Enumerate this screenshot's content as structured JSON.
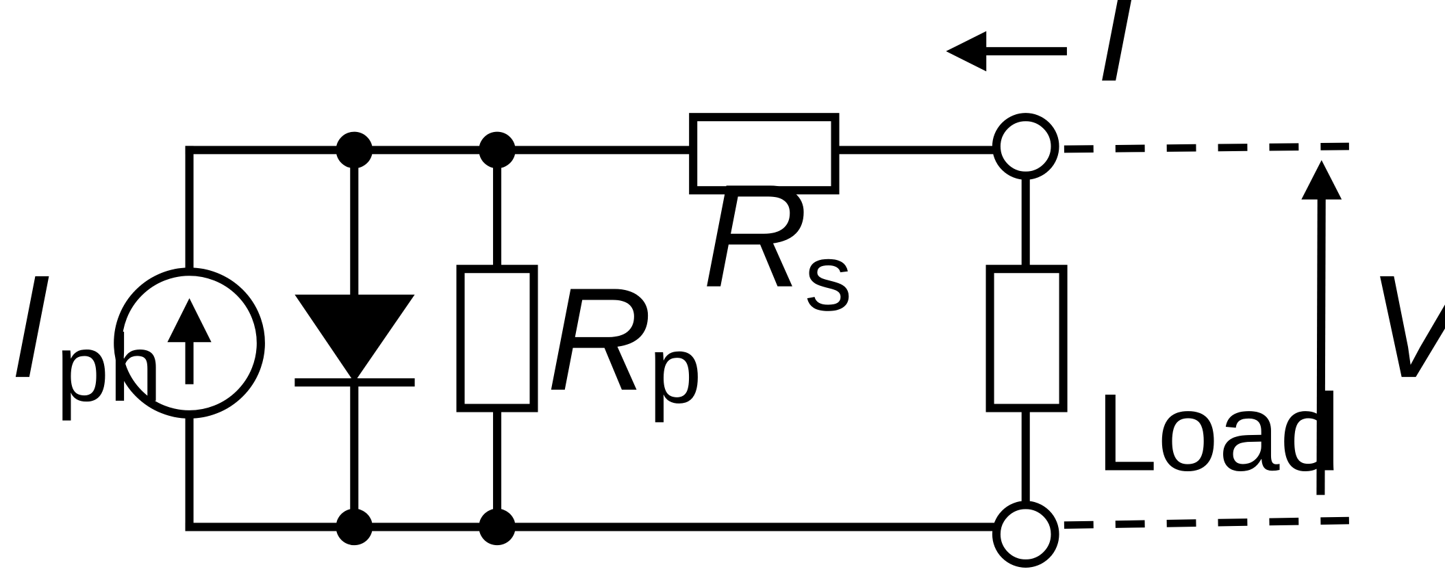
{
  "labels": {
    "source_current_symbol": "I",
    "source_current_subscript": "ph",
    "series_resistor_symbol": "R",
    "series_resistor_subscript": "s",
    "parallel_resistor_symbol": "R",
    "parallel_resistor_subscript": "p",
    "output_current_symbol": "I",
    "output_voltage_symbol": "V",
    "load_label": "Load"
  },
  "colors": {
    "stroke": "#000000",
    "background": "#ffffff"
  },
  "icons": {
    "current_source": "current-source-icon",
    "diode": "diode-icon",
    "resistor": "resistor-icon",
    "terminal": "terminal-icon",
    "arrow": "arrow-icon"
  }
}
